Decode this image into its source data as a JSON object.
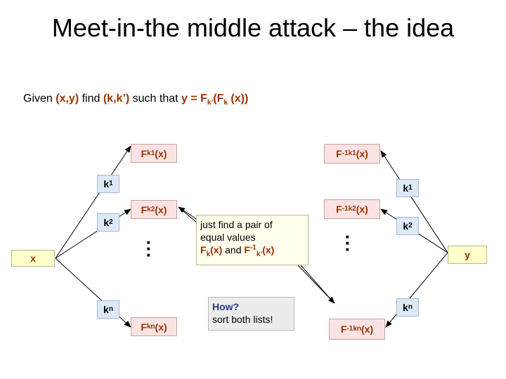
{
  "title": "Meet-in-the middle attack – the idea",
  "given": {
    "w1": "Given ",
    "xy": "(x,y)",
    "w2": " find ",
    "kk": "(k,k’)",
    "w3": " such that  ",
    "eq_y": "y = F",
    "eq_kp": "k’",
    "eq_f": "(F",
    "eq_k": "k",
    "eq_x": " (x))"
  },
  "left": {
    "x_label": "x",
    "k1": {
      "base": "k",
      "sub": "1"
    },
    "k2": {
      "base": "k",
      "sub": "2"
    },
    "kn": {
      "base": "k",
      "sub": "n"
    },
    "fk1": {
      "base": "F",
      "sub": "k1",
      "arg": "(x)"
    },
    "fk2": {
      "base": "F",
      "sub": "k2",
      "arg": "(x)"
    },
    "fkn": {
      "base": "F",
      "sub": "kn",
      "arg": "(x)"
    },
    "dots": "⋮"
  },
  "right": {
    "y_label": "y",
    "k1": {
      "base": "k",
      "sub": "1"
    },
    "k2": {
      "base": "k",
      "sub": "2"
    },
    "kn": {
      "base": "k",
      "sub": "n"
    },
    "finv1": {
      "base": "F",
      "sup": "-1",
      "sub": "k1",
      "arg": "(x)"
    },
    "finv2": {
      "base": "F",
      "sup": "-1",
      "sub": "k2",
      "arg": "(x)"
    },
    "finvn": {
      "base": "F",
      "sup": "-1",
      "sub": "kn",
      "arg": "(x)"
    },
    "dots": "⋮"
  },
  "note": {
    "line1": "just find a pair of",
    "line2": "equal values",
    "fk": "F",
    "fk_sub": "k",
    "fk_arg": "(x)",
    "and": " and ",
    "finv": "F",
    "finv_sup": "-1",
    "finv_sub": "k’",
    "finv_arg": "(x)"
  },
  "how": {
    "question": "How?",
    "answer": "sort both lists!"
  },
  "colors": {
    "accent": "#993300",
    "pink_box": "#fbe3e3",
    "blue_box": "#dde9f7",
    "yellow_box": "#ffffcc",
    "how_text": "#1f3a93"
  }
}
